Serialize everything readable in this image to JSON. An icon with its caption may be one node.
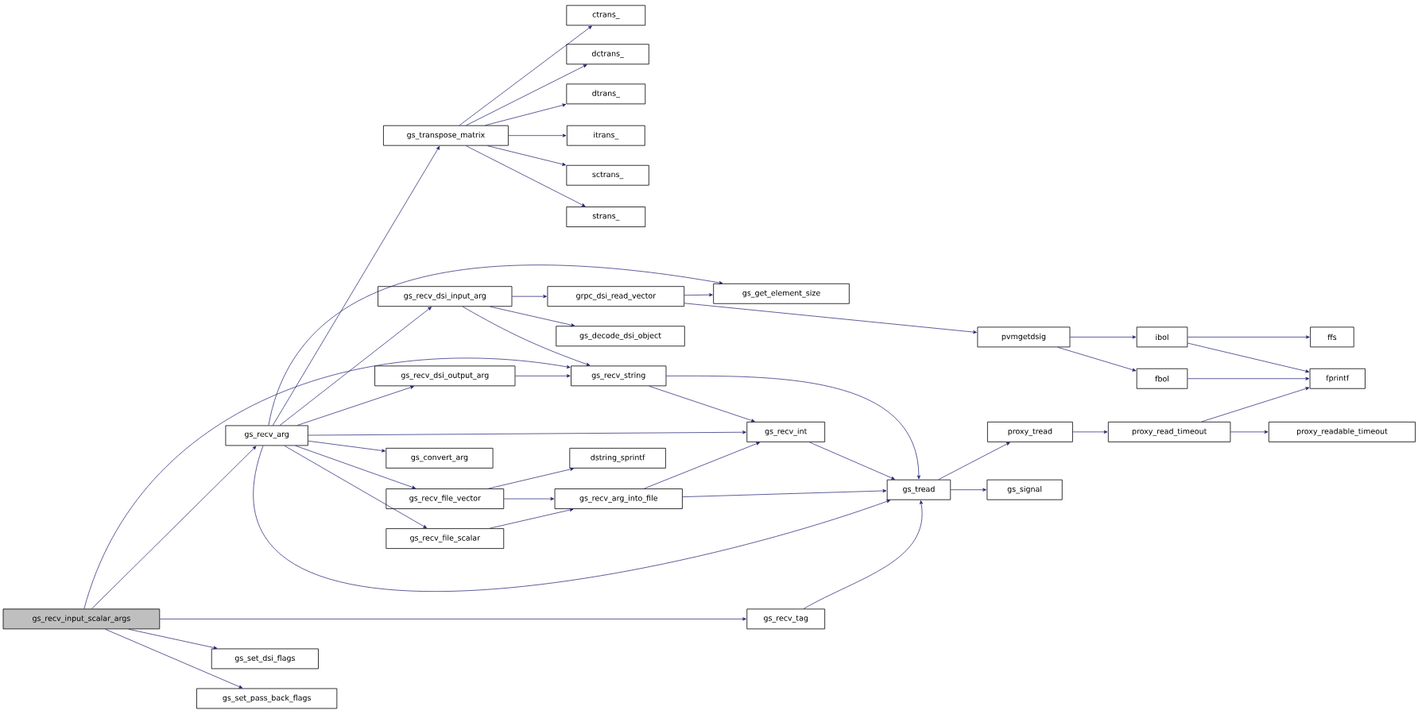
{
  "diagram": {
    "nodes": [
      {
        "text": [
          "gs_recv_input_scalar_args"
        ]
      },
      {
        "text": [
          "gs_recv_arg"
        ]
      },
      {
        "text": [
          "gs_transpose_matrix"
        ]
      },
      {
        "text": [
          "ctrans_"
        ]
      },
      {
        "text": [
          "dctrans_"
        ]
      },
      {
        "text": [
          "dtrans_"
        ]
      },
      {
        "text": [
          "itrans_"
        ]
      },
      {
        "text": [
          "sctrans_"
        ]
      },
      {
        "text": [
          "strans_"
        ]
      },
      {
        "text": [
          "gs_recv_dsi_input_arg"
        ]
      },
      {
        "text": [
          "grpc_dsi_read_vector"
        ]
      },
      {
        "text": [
          "gs_get_element_size"
        ]
      },
      {
        "text": [
          "gs_decode_dsi_object"
        ]
      },
      {
        "text": [
          "gs_recv_dsi_output_arg"
        ]
      },
      {
        "text": [
          "gs_recv_string"
        ]
      },
      {
        "text": [
          "gs_recv_int"
        ]
      },
      {
        "text": [
          "gs_convert_arg"
        ]
      },
      {
        "text": [
          "dstring_sprintf"
        ]
      },
      {
        "text": [
          "gs_recv_file_vector"
        ]
      },
      {
        "text": [
          "gs_recv_arg_into_file"
        ]
      },
      {
        "text": [
          "gs_recv_file_scalar"
        ]
      },
      {
        "text": [
          "gs_tread"
        ]
      },
      {
        "text": [
          "pvmgetdsig"
        ]
      },
      {
        "text": [
          "ibol"
        ]
      },
      {
        "text": [
          "fbol"
        ]
      },
      {
        "text": [
          "ffs"
        ]
      },
      {
        "text": [
          "fprintf"
        ]
      },
      {
        "text": [
          "proxy_tread"
        ]
      },
      {
        "text": [
          "proxy_read_timeout"
        ]
      },
      {
        "text": [
          "proxy_readable_timeout"
        ]
      },
      {
        "text": [
          "gs_signal"
        ]
      },
      {
        "text": [
          "gs_recv_tag"
        ]
      },
      {
        "text": [
          "gs_set_dsi_flags"
        ]
      },
      {
        "text": [
          "gs_set_pass_back_flags"
        ]
      }
    ],
    "edges": [
      {
        "from": 0,
        "to": 1,
        "arrow": "to"
      },
      {
        "from": 0,
        "to": 14,
        "arrow": "to"
      },
      {
        "from": 0,
        "to": 31,
        "arrow": "to"
      },
      {
        "from": 0,
        "to": 32,
        "arrow": "to"
      },
      {
        "from": 0,
        "to": 33,
        "arrow": "to"
      },
      {
        "from": 1,
        "to": 2,
        "arrow": "to"
      },
      {
        "from": 1,
        "to": 11,
        "arrow": "to"
      },
      {
        "from": 1,
        "to": 9,
        "arrow": "to"
      },
      {
        "from": 1,
        "to": 13,
        "arrow": "to"
      },
      {
        "from": 1,
        "to": 15,
        "arrow": "to"
      },
      {
        "from": 1,
        "to": 16,
        "arrow": "to"
      },
      {
        "from": 1,
        "to": 18,
        "arrow": "to"
      },
      {
        "from": 1,
        "to": 20,
        "arrow": "to"
      },
      {
        "from": 1,
        "to": 21,
        "arrow": "to"
      },
      {
        "from": 2,
        "to": 3,
        "arrow": "to"
      },
      {
        "from": 2,
        "to": 4,
        "arrow": "to"
      },
      {
        "from": 2,
        "to": 5,
        "arrow": "to"
      },
      {
        "from": 2,
        "to": 6,
        "arrow": "to"
      },
      {
        "from": 2,
        "to": 7,
        "arrow": "to"
      },
      {
        "from": 2,
        "to": 8,
        "arrow": "to"
      },
      {
        "from": 9,
        "to": 10,
        "arrow": "to"
      },
      {
        "from": 9,
        "to": 12,
        "arrow": "to"
      },
      {
        "from": 9,
        "to": 14,
        "arrow": "to"
      },
      {
        "from": 10,
        "to": 11,
        "arrow": "to"
      },
      {
        "from": 10,
        "to": 22,
        "arrow": "to"
      },
      {
        "from": 13,
        "to": 14,
        "arrow": "to"
      },
      {
        "from": 14,
        "to": 15,
        "arrow": "to"
      },
      {
        "from": 14,
        "to": 21,
        "arrow": "to"
      },
      {
        "from": 15,
        "to": 21,
        "arrow": "to"
      },
      {
        "from": 18,
        "to": 17,
        "arrow": "to"
      },
      {
        "from": 18,
        "to": 19,
        "arrow": "to"
      },
      {
        "from": 20,
        "to": 19,
        "arrow": "to"
      },
      {
        "from": 19,
        "to": 15,
        "arrow": "to"
      },
      {
        "from": 19,
        "to": 21,
        "arrow": "to"
      },
      {
        "from": 21,
        "to": 27,
        "arrow": "to"
      },
      {
        "from": 21,
        "to": 30,
        "arrow": "to"
      },
      {
        "from": 22,
        "to": 23,
        "arrow": "to"
      },
      {
        "from": 22,
        "to": 24,
        "arrow": "to"
      },
      {
        "from": 23,
        "to": 25,
        "arrow": "to"
      },
      {
        "from": 23,
        "to": 26,
        "arrow": "to"
      },
      {
        "from": 24,
        "to": 26,
        "arrow": "to"
      },
      {
        "from": 27,
        "to": 28,
        "arrow": "to"
      },
      {
        "from": 28,
        "to": 29,
        "arrow": "to"
      },
      {
        "from": 28,
        "to": 26,
        "arrow": "to"
      },
      {
        "from": 31,
        "to": 21,
        "arrow": "to"
      }
    ]
  }
}
